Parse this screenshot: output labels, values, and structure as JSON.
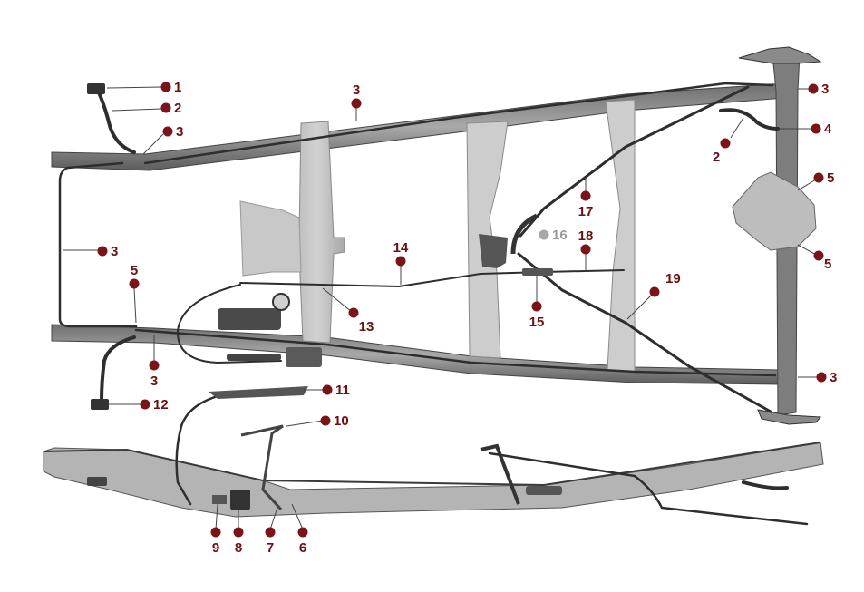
{
  "colors": {
    "background": "#ffffff",
    "frame_fill": "#9c9c9c",
    "frame_dark": "#5a5a5a",
    "tube": "#3a3a3a",
    "dot": "#7a1418",
    "label": "#6e0f12",
    "faded": "#a8a8a8"
  },
  "callouts": [
    {
      "id": "c1",
      "number": "1"
    },
    {
      "id": "c2a",
      "number": "2"
    },
    {
      "id": "c3a",
      "number": "3"
    },
    {
      "id": "c3b",
      "number": "3"
    },
    {
      "id": "c3c",
      "number": "3"
    },
    {
      "id": "c3d",
      "number": "3"
    },
    {
      "id": "c3e",
      "number": "3"
    },
    {
      "id": "c3f",
      "number": "3"
    },
    {
      "id": "c2b",
      "number": "2"
    },
    {
      "id": "c4",
      "number": "4"
    },
    {
      "id": "c5a",
      "number": "5"
    },
    {
      "id": "c5b",
      "number": "5"
    },
    {
      "id": "c5c",
      "number": "5"
    },
    {
      "id": "c6",
      "number": "6"
    },
    {
      "id": "c7",
      "number": "7"
    },
    {
      "id": "c8",
      "number": "8"
    },
    {
      "id": "c9",
      "number": "9"
    },
    {
      "id": "c10",
      "number": "10"
    },
    {
      "id": "c11",
      "number": "11"
    },
    {
      "id": "c12",
      "number": "12"
    },
    {
      "id": "c13",
      "number": "13"
    },
    {
      "id": "c14",
      "number": "14"
    },
    {
      "id": "c15",
      "number": "15"
    },
    {
      "id": "c16",
      "number": "16"
    },
    {
      "id": "c17",
      "number": "17"
    },
    {
      "id": "c18",
      "number": "18"
    },
    {
      "id": "c19",
      "number": "19"
    }
  ]
}
